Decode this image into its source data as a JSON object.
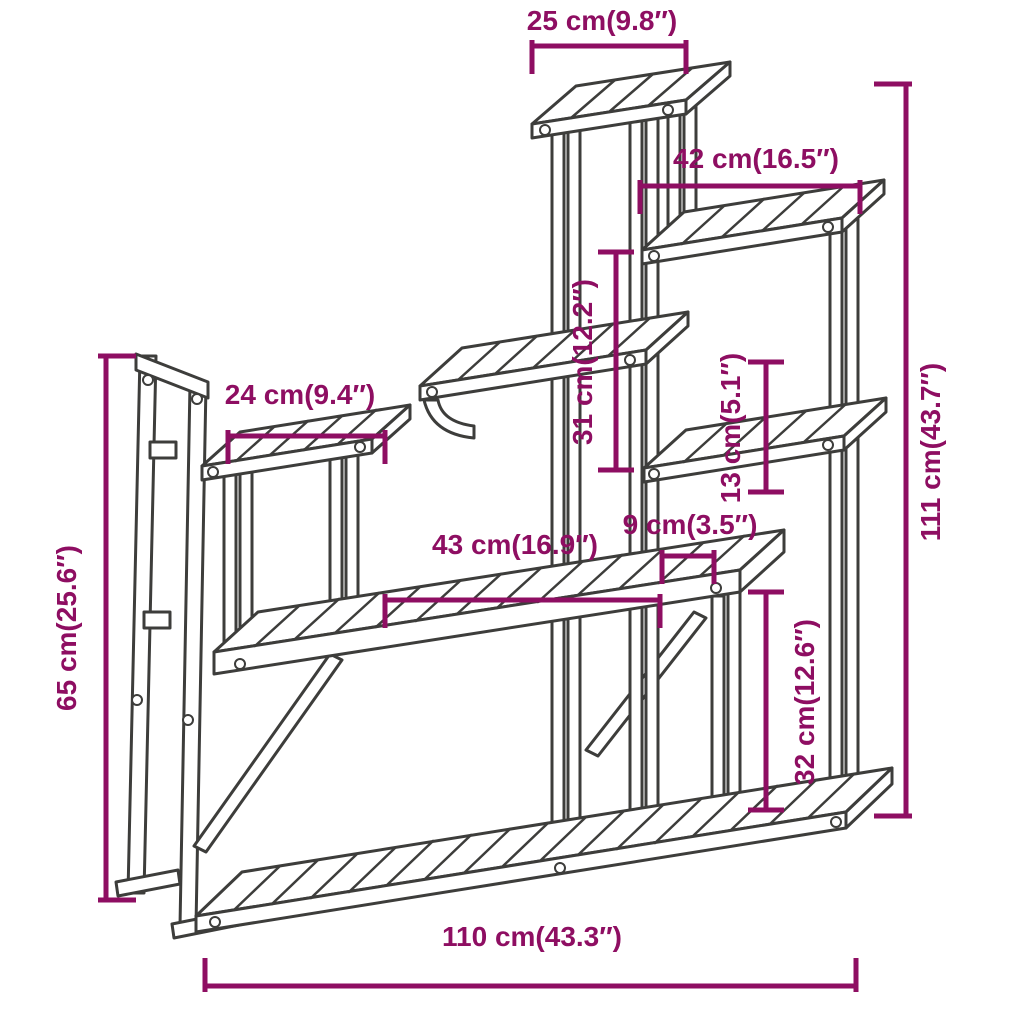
{
  "colors": {
    "dimension": "#8E0E62",
    "drawing": "#3d3d3b",
    "background": "#ffffff"
  },
  "dimensions": {
    "top_shelf_width": "25 cm(9.8″)",
    "upper_shelf_width": "42 cm(16.5″)",
    "mid_gap_height": "31 cm(12.2″)",
    "right_gap_height": "13 cm(5.1″)",
    "left_shelf_width": "24 cm(9.4″)",
    "middle_shelf_width": "43 cm(16.9″)",
    "post_gap_width": "9 cm(3.5″)",
    "left_frame_height": "65 cm(25.6″)",
    "total_height": "111 cm(43.7″)",
    "bottom_gap_height": "32 cm(12.6″)",
    "total_width": "110 cm(43.3″)"
  }
}
